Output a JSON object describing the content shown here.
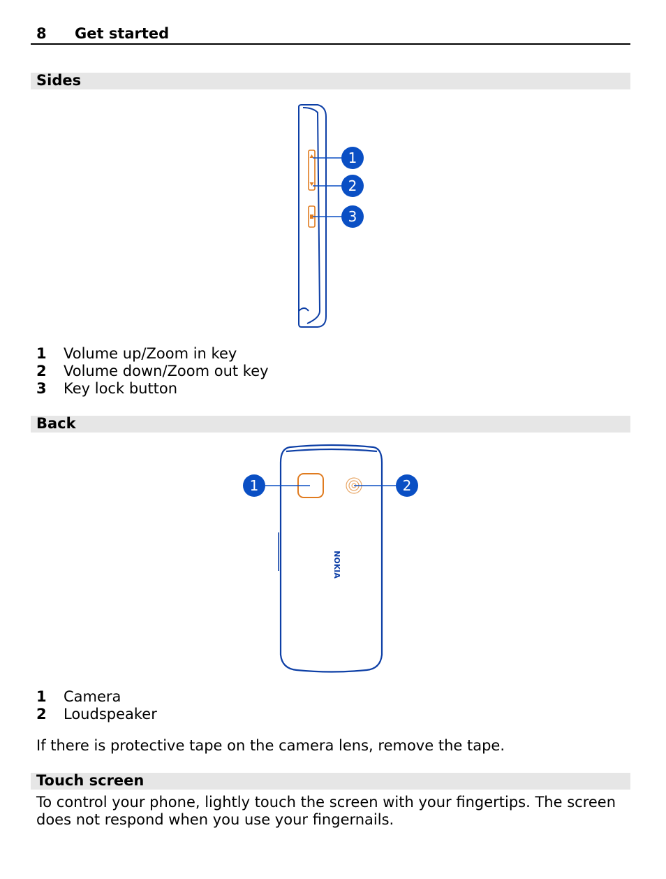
{
  "header": {
    "page_number": "8",
    "chapter": "Get started"
  },
  "sides": {
    "title": "Sides",
    "callouts": [
      "1",
      "2",
      "3"
    ],
    "items": [
      {
        "num": "1",
        "label": "Volume up/Zoom in key"
      },
      {
        "num": "2",
        "label": "Volume down/Zoom out key"
      },
      {
        "num": "3",
        "label": "Key lock button"
      }
    ]
  },
  "back": {
    "title": "Back",
    "callouts": [
      "1",
      "2"
    ],
    "brand_logo": "NOKIA",
    "items": [
      {
        "num": "1",
        "label": "Camera"
      },
      {
        "num": "2",
        "label": "Loudspeaker"
      }
    ],
    "note": "If there is protective tape on the camera lens, remove the tape."
  },
  "touch_screen": {
    "title": "Touch screen",
    "body": "To control your phone, lightly touch the screen with your fingertips. The screen does not respond when you use your fingernails."
  },
  "colors": {
    "outline": "#0d3fa6",
    "callout": "#0a4fc4",
    "accent": "#e07b1f",
    "section_bg": "#e6e6e6"
  }
}
